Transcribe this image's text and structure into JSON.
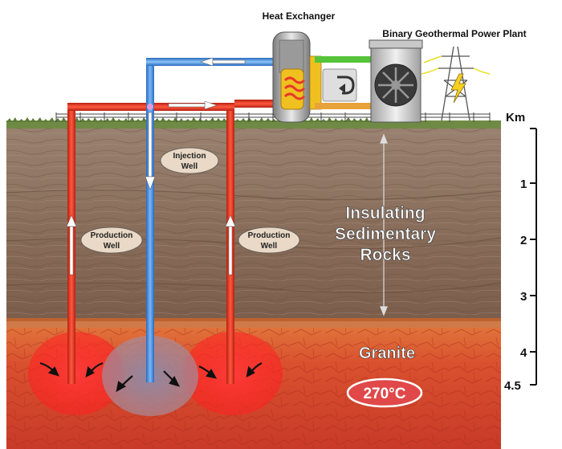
{
  "labels": {
    "heat_exchanger": "Heat Exchanger",
    "power_plant": "Binary Geothermal Power Plant",
    "injection_well": [
      "Injection",
      "Well"
    ],
    "production_well_left": [
      "Production",
      "Well"
    ],
    "production_well_right": [
      "Production",
      "Well"
    ],
    "insulating_rocks": [
      "Insulating",
      "Sedimentary",
      "Rocks"
    ],
    "granite": "Granite",
    "temperature": "270°C"
  },
  "depth_scale": {
    "unit": "Km",
    "ticks": [
      {
        "label": "1",
        "value": 1
      },
      {
        "label": "2",
        "value": 2
      },
      {
        "label": "3",
        "value": 3
      },
      {
        "label": "4",
        "value": 4
      },
      {
        "label": "4.5",
        "value": 4.5
      }
    ]
  },
  "colors": {
    "hot_pipe": "#e53a2a",
    "cold_pipe": "#3a8ee0",
    "sediment": "#8a6f5c",
    "granite": "#d64a2c",
    "ground_grass": "#6f8a45",
    "secondary_loop_green": "#56c43a",
    "secondary_loop_orange": "#e8a23a"
  },
  "icons": [
    "heat-exchanger-icon",
    "power-plant-fan-icon",
    "electricity-tower-icon",
    "heat-flow-arrow-icon"
  ]
}
